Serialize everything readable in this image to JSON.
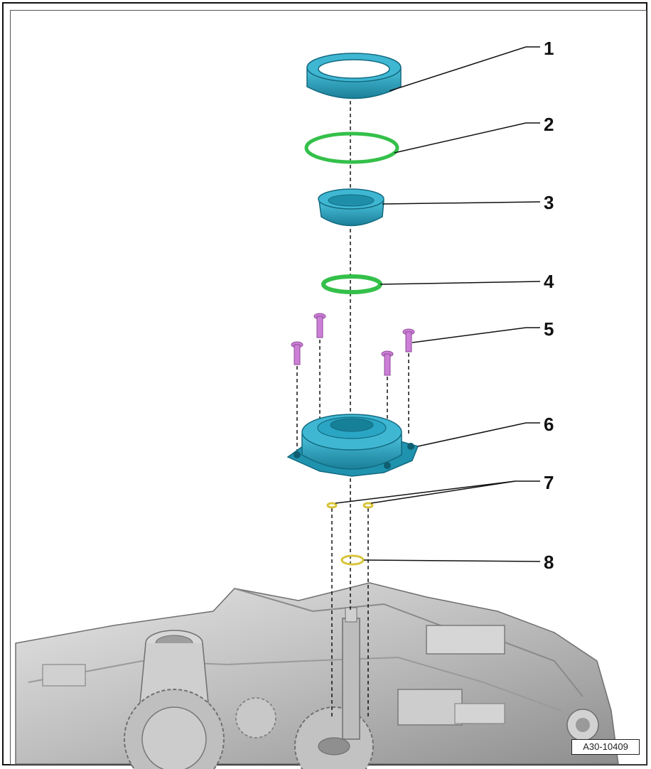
{
  "diagram": {
    "reference_code": "A30-10409",
    "callouts": [
      "1",
      "2",
      "3",
      "4",
      "5",
      "6",
      "7",
      "8"
    ]
  },
  "colors": {
    "part_blue": "#2aa6c4",
    "seal_green": "#34c04a",
    "bolt_pink": "#cc7fd6",
    "ring_yellow": "#d8c43a",
    "housing_gray": "#c9c9c9"
  }
}
